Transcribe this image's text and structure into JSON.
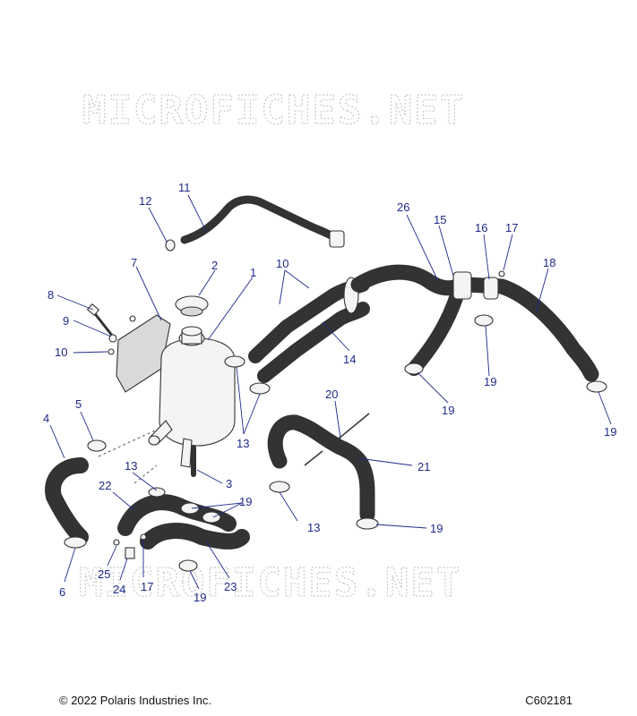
{
  "watermark": "MICROFICHES.NET",
  "copyright": "© 2022 Polaris Industries Inc.",
  "diagram_id": "C602181",
  "callouts": [
    "1",
    "2",
    "3",
    "4",
    "5",
    "6",
    "7",
    "8",
    "9",
    "10",
    "10",
    "11",
    "12",
    "13",
    "13",
    "13",
    "14",
    "15",
    "16",
    "17",
    "17",
    "18",
    "19",
    "19",
    "19",
    "19",
    "19",
    "19",
    "20",
    "21",
    "22",
    "23",
    "24",
    "25",
    "26"
  ],
  "colors": {
    "callout": "#1f2a8a",
    "line": "#333333",
    "watermark": "#c8c8c8"
  }
}
